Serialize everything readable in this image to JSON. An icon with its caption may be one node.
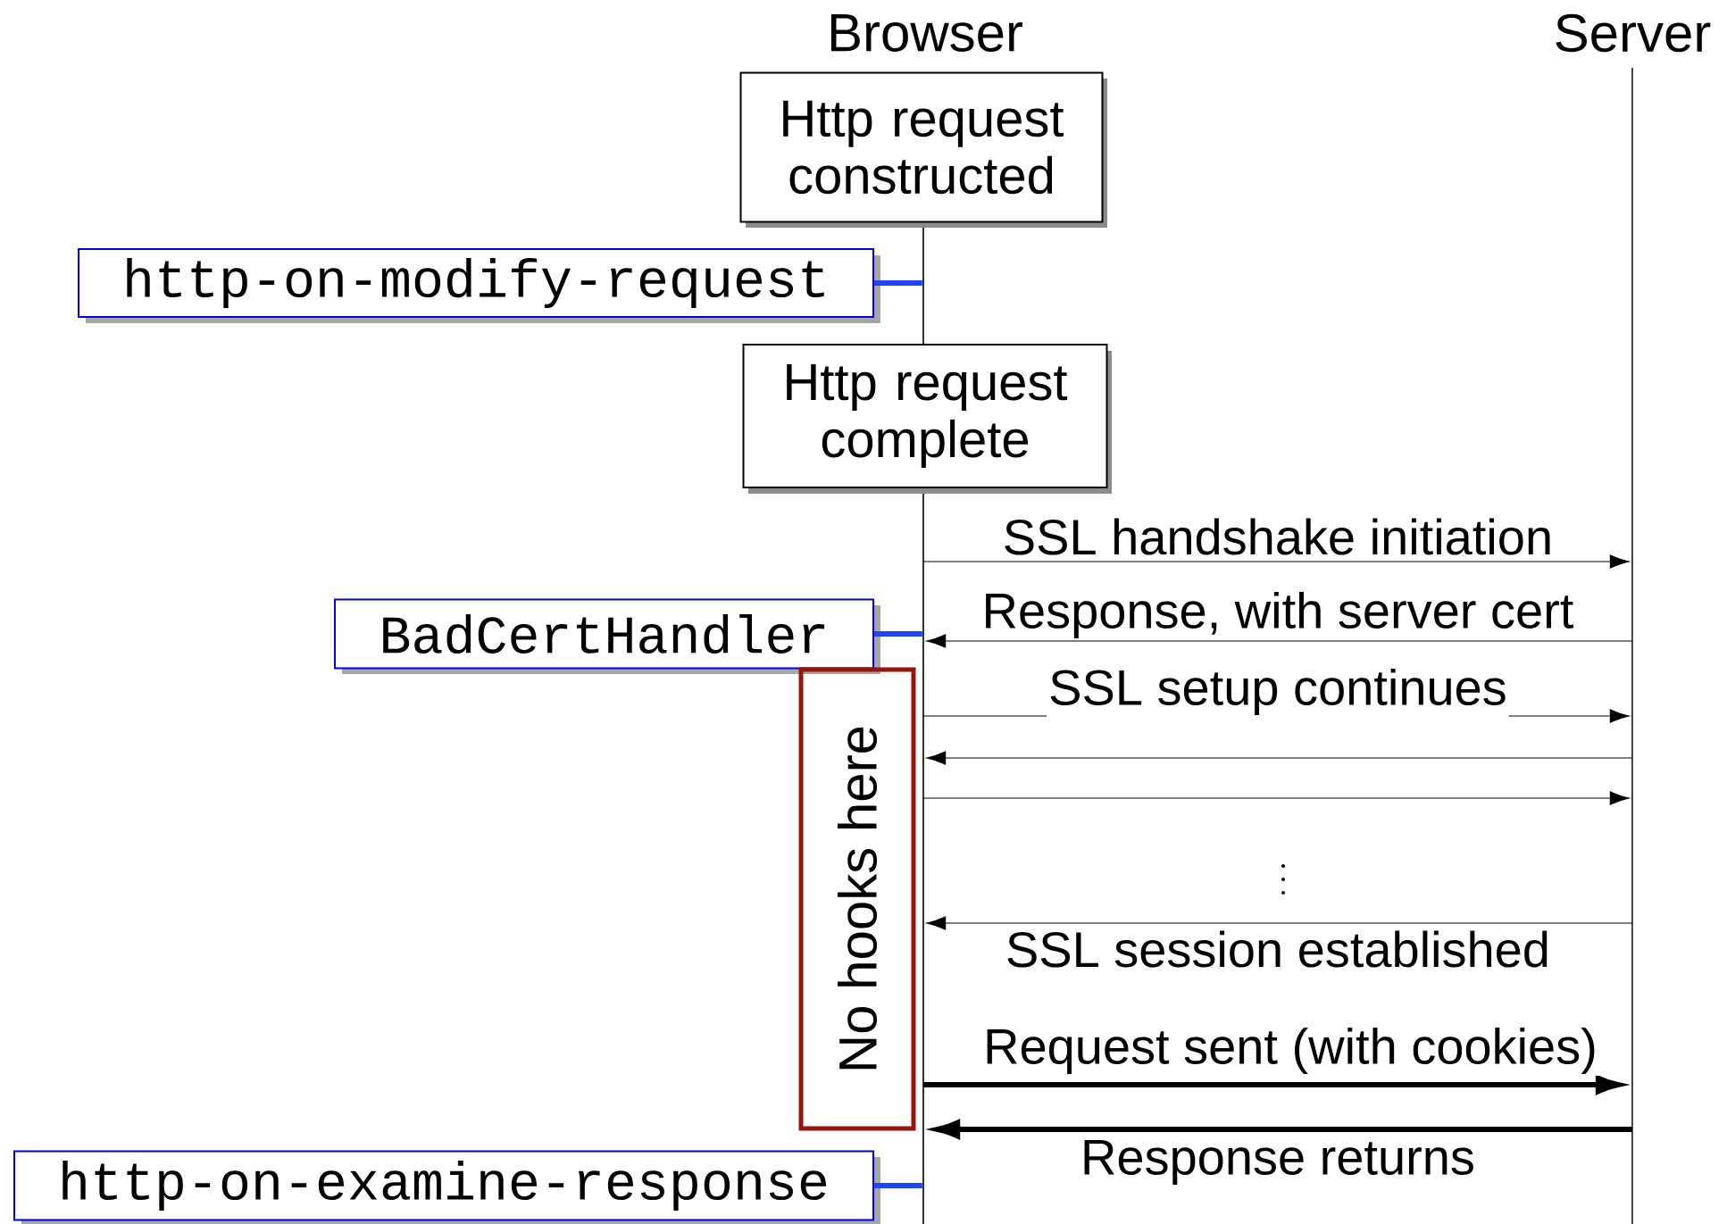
{
  "diagram": {
    "labels": [
      "Browser",
      "Server"
    ],
    "nodes": [
      {
        "text": [],
        "shape": "bar"
      },
      {
        "text": [],
        "shape": "bar"
      },
      {
        "text": [
          "Http request constructed"
        ]
      },
      {
        "text": [
          "http-on-modify-request"
        ]
      },
      {
        "text": [
          "Http request complete"
        ]
      },
      {
        "text": [
          "BadCertHandler"
        ]
      },
      {
        "text": [
          "No hooks here"
        ]
      },
      {
        "text": [
          "http-on-examine-response"
        ]
      }
    ],
    "edges": [
      {
        "from": 3,
        "to": 0,
        "arrow": "none",
        "style": "thick",
        "color": "#1f45f5"
      },
      {
        "from": 0,
        "to": 1,
        "arrow": "to",
        "label": "SSL handshake initiation"
      },
      {
        "from": 1,
        "to": 0,
        "arrow": "to",
        "label": "Response, with server cert"
      },
      {
        "from": 5,
        "to": 0,
        "arrow": "none",
        "style": "thick",
        "color": "#1f45f5"
      },
      {
        "from": 0,
        "to": 1,
        "arrow": "to",
        "label": "SSL setup continues"
      },
      {
        "from": 1,
        "to": 0,
        "arrow": "to"
      },
      {
        "from": 0,
        "to": 1,
        "arrow": "to"
      },
      {
        "from": 1,
        "to": 0,
        "arrow": "to",
        "label": "SSL session established"
      },
      {
        "from": 0,
        "to": 1,
        "arrow": "to",
        "label": "Request sent (with cookies)",
        "style": "thick"
      },
      {
        "from": 1,
        "to": 0,
        "arrow": "to",
        "label": "Response returns",
        "style": "thick"
      },
      {
        "from": 7,
        "to": 0,
        "arrow": "none",
        "style": "thick",
        "color": "#1f45f5"
      }
    ]
  }
}
